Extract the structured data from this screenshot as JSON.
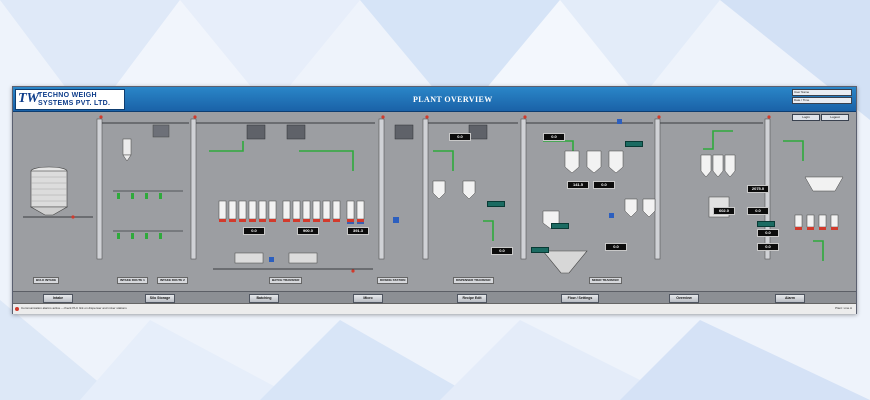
{
  "header": {
    "logo_mark": "TW",
    "logo_line1": "TECHNO WEIGH",
    "logo_line2": "SYSTEMS PVT. LTD.",
    "title": "PLANT OVERVIEW",
    "info_rows": [
      "User Name",
      "Date / Time",
      "Login"
    ],
    "btn_login": "Login",
    "btn_logout": "Logout"
  },
  "sections": [
    {
      "id": "bulk-intake",
      "label": "BULK INTAKE"
    },
    {
      "id": "intake-route-1",
      "label": "INTAKE ROUTE 1"
    },
    {
      "id": "intake-route-2",
      "label": "INTAKE ROUTE 2"
    },
    {
      "id": "batch-transfer",
      "label": "BATCH TRANSFER"
    },
    {
      "id": "dosing-station",
      "label": "DOSING STATION"
    },
    {
      "id": "dispenser-transfer",
      "label": "DISPENSER TRANSFER"
    },
    {
      "id": "mixer-transfer",
      "label": "MIXER TRANSFER"
    }
  ],
  "displays": {
    "batch_1": "0.0",
    "batch_2": "900.0",
    "batch_3": "391.3",
    "batch_4": "0.0",
    "dispenser": "0.0",
    "mixer_1": "141.5",
    "mixer_2": "0.0",
    "mixer_3": "0.0",
    "mixer_4": "0.0",
    "mixer_5": "602.0",
    "mixer_6": "2075.0",
    "mixer_7": "0.0",
    "mixer_8": "0.0",
    "mixer_9": "0.0"
  },
  "nav_buttons": [
    {
      "id": "intake",
      "label": "Intake"
    },
    {
      "id": "silo-storage",
      "label": "Silo Storage"
    },
    {
      "id": "batching",
      "label": "Batching"
    },
    {
      "id": "micro",
      "label": "Micro"
    },
    {
      "id": "dispensing",
      "label": "Recipe Edit"
    },
    {
      "id": "flow-settings",
      "label": "Flow / Settings"
    },
    {
      "id": "overview",
      "label": "Overview"
    },
    {
      "id": "alarm",
      "label": "Alarm"
    }
  ],
  "status": {
    "message": "Communication alarms active – check PLC link on dispenser and mixer stations",
    "right": "Plant: Line A"
  },
  "colors": {
    "panel": "#9c9ea2",
    "titlebar": "#1a62a8",
    "pipe_green": "#2faa3c",
    "motor_red": "#d23a2c",
    "hopper": "#f2f2f2"
  }
}
